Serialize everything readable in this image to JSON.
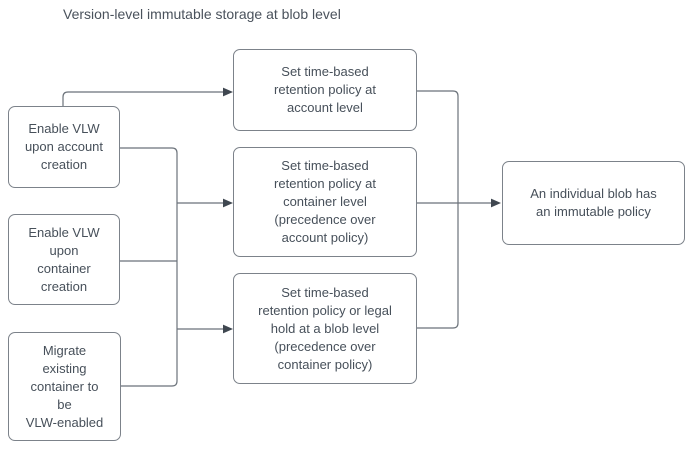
{
  "title": "Version-level immutable storage at blob level",
  "colors": {
    "background": "#ffffff",
    "node_fill": "#ffffff",
    "node_border": "#7c828a",
    "edge_stroke": "#6b727a",
    "arrowhead_fill": "#3f4750",
    "text": "#47505a"
  },
  "nodes": {
    "enable_vlw_account": {
      "text": "Enable VLW\nupon account\ncreation"
    },
    "enable_vlw_container": {
      "text": "Enable VLW\nupon\ncontainer\ncreation"
    },
    "migrate_existing_container": {
      "text": "Migrate\nexisting\ncontainer to\nbe\nVLW-enabled"
    },
    "retention_account_level": {
      "text": "Set time-based\nretention policy at\naccount level"
    },
    "retention_container_level": {
      "text": "Set time-based\nretention policy at\ncontainer level\n(precedence over\naccount policy)"
    },
    "retention_blob_level": {
      "text": "Set time-based\nretention policy or legal\nhold at a blob level\n(precedence over\ncontainer policy)"
    },
    "blob_immutable_policy": {
      "text": "An individual blob has\nan immutable policy"
    }
  },
  "edges": [
    {
      "from": "enable_vlw_account",
      "to": "retention_account_level"
    },
    {
      "from": "enable_vlw_account",
      "to": "retention_container_level"
    },
    {
      "from": "enable_vlw_account",
      "to": "retention_blob_level"
    },
    {
      "from": "enable_vlw_container",
      "to": "retention_container_level"
    },
    {
      "from": "enable_vlw_container",
      "to": "retention_blob_level"
    },
    {
      "from": "migrate_existing_container",
      "to": "retention_container_level"
    },
    {
      "from": "migrate_existing_container",
      "to": "retention_blob_level"
    },
    {
      "from": "retention_account_level",
      "to": "blob_immutable_policy"
    },
    {
      "from": "retention_container_level",
      "to": "blob_immutable_policy"
    },
    {
      "from": "retention_blob_level",
      "to": "blob_immutable_policy"
    }
  ]
}
